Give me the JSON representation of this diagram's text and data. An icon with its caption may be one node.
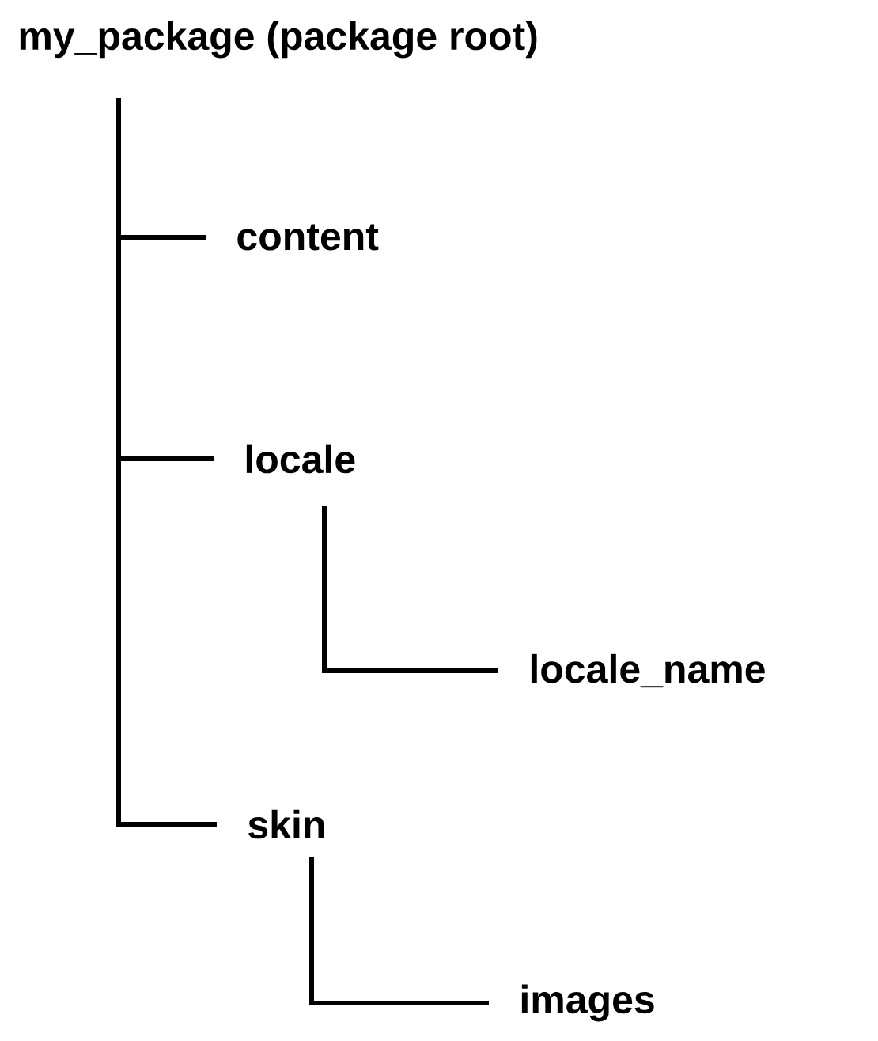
{
  "diagram": {
    "nodes": [
      {
        "text": [
          "my_package  (package root)"
        ]
      },
      {
        "text": [
          "content"
        ]
      },
      {
        "text": [
          "locale"
        ]
      },
      {
        "text": [
          "locale_name"
        ]
      },
      {
        "text": [
          "skin"
        ]
      },
      {
        "text": [
          "images"
        ]
      }
    ],
    "edges": [
      {
        "from": 0,
        "to": 1,
        "arrow": "none"
      },
      {
        "from": 0,
        "to": 2,
        "arrow": "none"
      },
      {
        "from": 2,
        "to": 3,
        "arrow": "none"
      },
      {
        "from": 0,
        "to": 4,
        "arrow": "none"
      },
      {
        "from": 4,
        "to": 5,
        "arrow": "none"
      }
    ]
  }
}
